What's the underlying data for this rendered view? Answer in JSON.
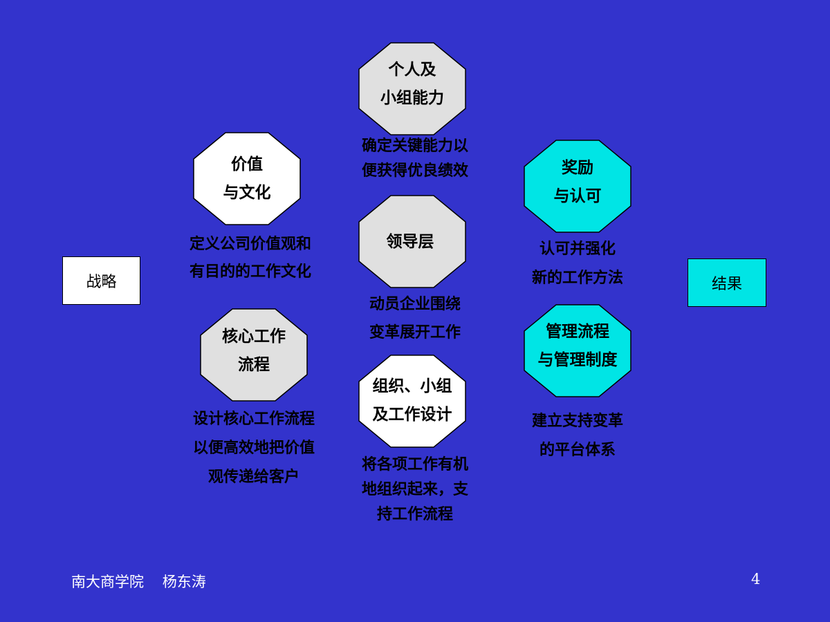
{
  "colors": {
    "background": "#3333cc",
    "white_shape": "#ffffff",
    "gray_shape": "#e0e0e0",
    "cyan_shape": "#00e5e5"
  },
  "left_box": {
    "label": "战略"
  },
  "right_box": {
    "label": "结果"
  },
  "nodes": {
    "values_culture": {
      "label": "价值\n与文化",
      "desc": "定义公司价值观和\n有目的的工作文化"
    },
    "core_process": {
      "label": "核心工作\n流程",
      "desc": "设计核心工作流程\n以便高效地把价值\n观传递给客户"
    },
    "capability": {
      "label": "个人及\n小组能力",
      "desc": "确定关键能力以\n便获得优良绩效"
    },
    "leadership": {
      "label": "领导层",
      "desc": "动员企业围绕\n变革展开工作"
    },
    "org_design": {
      "label": "组织、小组\n及工作设计",
      "desc": "将各项工作有机\n地组织起来，支\n持工作流程"
    },
    "rewards": {
      "label": "奖励\n与认可",
      "desc": "认可并强化\n新的工作方法"
    },
    "mgmt_process": {
      "label": "管理流程\n与管理制度",
      "desc": "建立支持变革\n的平台体系"
    }
  },
  "footer": {
    "left": "南大商学院    杨东涛",
    "page_number": "4"
  }
}
